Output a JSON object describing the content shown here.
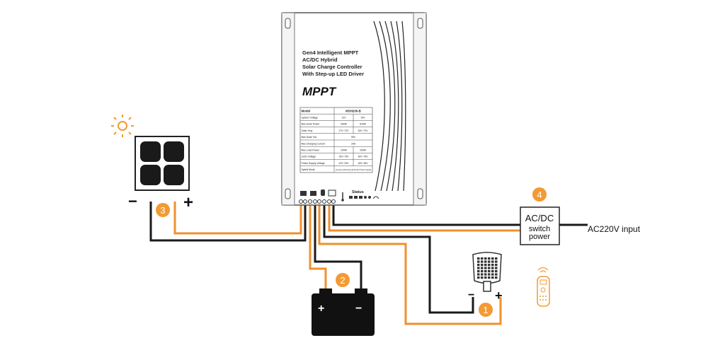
{
  "controller": {
    "title_lines": [
      "Gen4 Intelligent  MPPT",
      "AC/DC Hybrid",
      "Solar Charge Controller",
      "With Step-up LED Driver"
    ],
    "brand": "MPPT",
    "status_label": "Status",
    "spec_table": {
      "header": [
        "Model",
        "MSH200-B",
        ""
      ],
      "rows": [
        [
          "System Voltage",
          "12V",
          "24V"
        ],
        [
          "Max.Solar Power",
          "260W",
          "520W"
        ],
        [
          "Solar Vmp",
          "17V~72V",
          "34V~72V"
        ],
        [
          "Max.Solar Voc",
          "95V",
          ""
        ],
        [
          "Max.Charging Current",
          "20A",
          ""
        ],
        [
          "Max.Load Power",
          "240W",
          "200W"
        ],
        [
          "LEDs Voltage",
          "15V~75V",
          "30V~75V"
        ],
        [
          "Power Supply Voltage",
          "10V~34V",
          "18V~36V"
        ],
        [
          "Hybrid Mode",
          "Connect with External AC/DC Power Supply",
          ""
        ]
      ]
    }
  },
  "callouts": {
    "led_load": "1",
    "battery": "2",
    "solar_panel": "3",
    "acdc_supply": "4"
  },
  "polarity": {
    "minus": "−",
    "plus": "+"
  },
  "acdc_box": {
    "line1": "AC/DC",
    "line2": "switch",
    "line3": "power"
  },
  "ac_input_label": "AC220V input",
  "colors": {
    "wire_orange": "#f0902e",
    "wire_black": "#1a1a1a",
    "callout": "#f39a33",
    "sun": "#f39a33"
  }
}
